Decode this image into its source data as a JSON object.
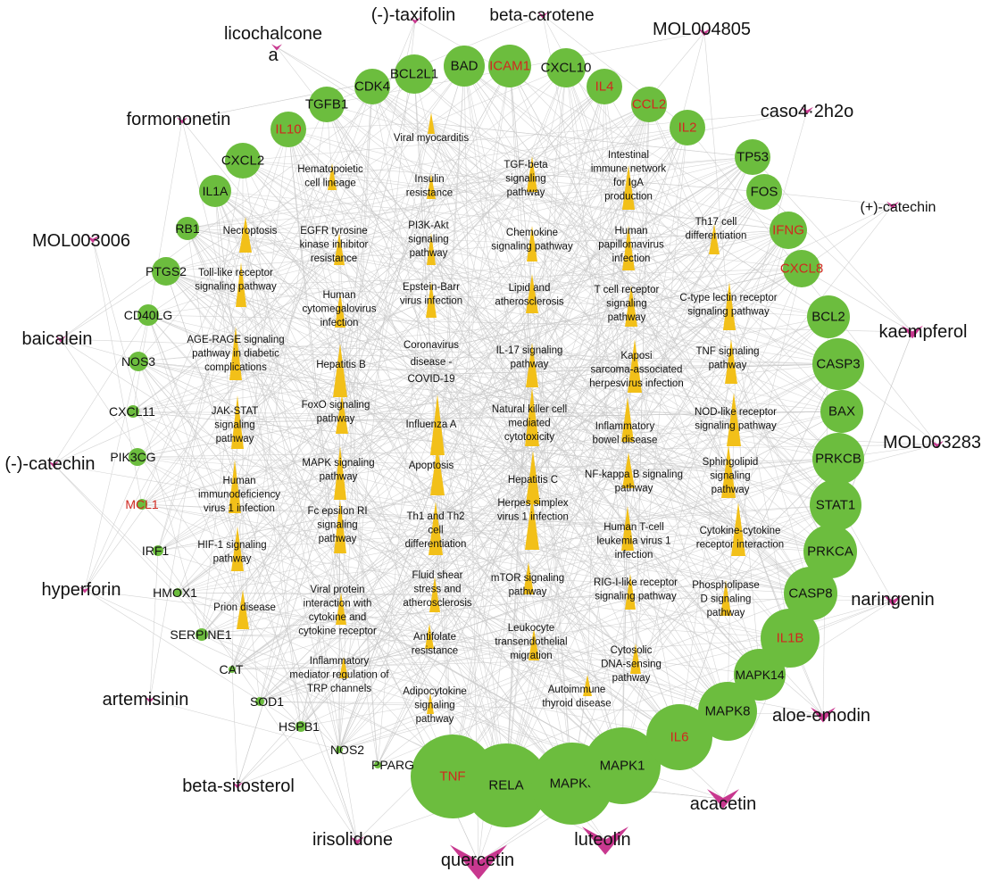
{
  "colors": {
    "gene_fill": "#6cbd3e",
    "gene_text": "#111111",
    "gene_text_highlight": "#d0281f",
    "pathway_fill": "#f2c019",
    "compound_fill": "#c8388f",
    "edge": "#c9c9c9"
  },
  "genes": [
    {
      "label": "TNF",
      "highlight": true
    },
    {
      "label": "RELA",
      "highlight": false
    },
    {
      "label": "MAPK3",
      "highlight": false
    },
    {
      "label": "MAPK1",
      "highlight": false
    },
    {
      "label": "IL6",
      "highlight": true
    },
    {
      "label": "MAPK8",
      "highlight": false
    },
    {
      "label": "MAPK14",
      "highlight": false
    },
    {
      "label": "IL1B",
      "highlight": true
    },
    {
      "label": "CASP8",
      "highlight": false
    },
    {
      "label": "PRKCA",
      "highlight": false
    },
    {
      "label": "STAT1",
      "highlight": false
    },
    {
      "label": "PRKCB",
      "highlight": false
    },
    {
      "label": "BAX",
      "highlight": false
    },
    {
      "label": "CASP3",
      "highlight": false
    },
    {
      "label": "BCL2",
      "highlight": false
    },
    {
      "label": "CXCL8",
      "highlight": true
    },
    {
      "label": "IFNG",
      "highlight": true
    },
    {
      "label": "FOS",
      "highlight": false
    },
    {
      "label": "TP53",
      "highlight": false
    },
    {
      "label": "IL2",
      "highlight": true
    },
    {
      "label": "CCL2",
      "highlight": true
    },
    {
      "label": "IL4",
      "highlight": true
    },
    {
      "label": "CXCL10",
      "highlight": false
    },
    {
      "label": "ICAM1",
      "highlight": true
    },
    {
      "label": "BAD",
      "highlight": false
    },
    {
      "label": "BCL2L1",
      "highlight": false
    },
    {
      "label": "CDK4",
      "highlight": false
    },
    {
      "label": "TGFB1",
      "highlight": false
    },
    {
      "label": "IL10",
      "highlight": true
    },
    {
      "label": "CXCL2",
      "highlight": false
    },
    {
      "label": "IL1A",
      "highlight": false
    },
    {
      "label": "RB1",
      "highlight": false
    },
    {
      "label": "PTGS2",
      "highlight": false
    },
    {
      "label": "CD40LG",
      "highlight": false
    },
    {
      "label": "NOS3",
      "highlight": false
    },
    {
      "label": "CXCL11",
      "highlight": false
    },
    {
      "label": "PIK3CG",
      "highlight": false
    },
    {
      "label": "MCL1",
      "highlight": true
    },
    {
      "label": "IRF1",
      "highlight": false
    },
    {
      "label": "HMOX1",
      "highlight": false
    },
    {
      "label": "SERPINE1",
      "highlight": false
    },
    {
      "label": "CAT",
      "highlight": false
    },
    {
      "label": "SOD1",
      "highlight": false
    },
    {
      "label": "HSPB1",
      "highlight": false
    },
    {
      "label": "NOS2",
      "highlight": false
    },
    {
      "label": "PPARG",
      "highlight": false
    }
  ],
  "pathways": [
    {
      "label": "Viral myocarditis"
    },
    {
      "label": "Hematopoietic\ncell lineage"
    },
    {
      "label": "Insulin\nresistance"
    },
    {
      "label": "TGF-beta\nsignaling\npathway"
    },
    {
      "label": "Intestinal\nimmune network\nfor IgA\nproduction"
    },
    {
      "label": "Necroptosis"
    },
    {
      "label": "EGFR tyrosine\nkinase inhibitor\nresistance"
    },
    {
      "label": "PI3K-Akt\nsignaling\npathway"
    },
    {
      "label": "Chemokine\nsignaling pathway"
    },
    {
      "label": "Human\npapillomavirus\ninfection"
    },
    {
      "label": "Th17 cell\ndifferentiation"
    },
    {
      "label": "Toll-like receptor\nsignaling pathway"
    },
    {
      "label": "Human\ncytomegalovirus\ninfection"
    },
    {
      "label": "Epstein-Barr\nvirus infection"
    },
    {
      "label": "Lipid and\natherosclerosis"
    },
    {
      "label": "T cell receptor\nsignaling\npathway"
    },
    {
      "label": "C-type lectin receptor\nsignaling pathway"
    },
    {
      "label": "AGE-RAGE signaling\npathway in diabetic\ncomplications"
    },
    {
      "label": "Hepatitis B"
    },
    {
      "label": "Coronavirus\ndisease -\nCOVID-19",
      "large": true
    },
    {
      "label": "IL-17 signaling\npathway"
    },
    {
      "label": "Kaposi\nsarcoma-associated\nherpesvirus infection"
    },
    {
      "label": "TNF signaling\npathway"
    },
    {
      "label": "JAK-STAT\nsignaling\npathway"
    },
    {
      "label": "FoxO signaling\npathway"
    },
    {
      "label": "Influenza A"
    },
    {
      "label": "Natural killer cell\nmediated\ncytotoxicity"
    },
    {
      "label": "Inflammatory\nbowel disease"
    },
    {
      "label": "NOD-like receptor\nsignaling pathway"
    },
    {
      "label": "Human\nimmunodeficiency\nvirus 1 infection"
    },
    {
      "label": "MAPK signaling\npathway"
    },
    {
      "label": "Apoptosis"
    },
    {
      "label": "Hepatitis C"
    },
    {
      "label": "NF-kappa B signaling\npathway"
    },
    {
      "label": "Sphingolipid\nsignaling\npathway"
    },
    {
      "label": "Fc epsilon RI\nsignaling\npathway"
    },
    {
      "label": "Th1 and Th2\ncell\ndifferentiation"
    },
    {
      "label": "Herpes simplex\nvirus 1 infection"
    },
    {
      "label": "Human T-cell\nleukemia virus 1\ninfection"
    },
    {
      "label": "Cytokine-cytokine\nreceptor interaction"
    },
    {
      "label": "HIF-1 signaling\npathway"
    },
    {
      "label": "Viral protein\ninteraction with\ncytokine and\ncytokine receptor"
    },
    {
      "label": "Fluid shear\nstress and\natherosclerosis"
    },
    {
      "label": "mTOR signaling\npathway"
    },
    {
      "label": "RIG-I-like receptor\nsignaling pathway"
    },
    {
      "label": "Phospholipase\nD signaling\npathway"
    },
    {
      "label": "Prion disease"
    },
    {
      "label": "Antifolate\nresistance"
    },
    {
      "label": "Leukocyte\ntransendothelial\nmigration"
    },
    {
      "label": "Cytosolic\nDNA-sensing\npathway"
    },
    {
      "label": "Inflammatory\nmediator regulation of\nTRP channels"
    },
    {
      "label": "Adipocytokine\nsignaling\npathway"
    },
    {
      "label": "Autoimmune\nthyroid disease"
    }
  ],
  "compounds": [
    {
      "label": "licochalcone\na"
    },
    {
      "label": "(-)-taxifolin"
    },
    {
      "label": "beta-carotene"
    },
    {
      "label": "MOL004805"
    },
    {
      "label": "formononetin"
    },
    {
      "label": "caso4·2h2o"
    },
    {
      "label": "(+)-catechin"
    },
    {
      "label": "MOL003006"
    },
    {
      "label": "kaempferol"
    },
    {
      "label": "baicalein"
    },
    {
      "label": "MOL003283"
    },
    {
      "label": "(-)-catechin"
    },
    {
      "label": "hyperforin"
    },
    {
      "label": "naringenin"
    },
    {
      "label": "artemisinin"
    },
    {
      "label": "aloe-emodin"
    },
    {
      "label": "beta-sitosterol"
    },
    {
      "label": "acacetin"
    },
    {
      "label": "irisolidone"
    },
    {
      "label": "luteolin"
    },
    {
      "label": "quercetin"
    }
  ]
}
